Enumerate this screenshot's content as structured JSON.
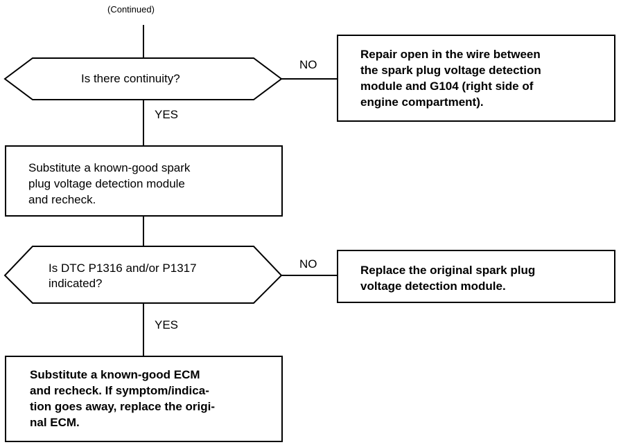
{
  "header": {
    "continued": "(Continued)"
  },
  "decisions": [
    {
      "question": [
        "Is there continuity?"
      ],
      "no_label": "NO",
      "yes_label": "YES"
    },
    {
      "question": [
        "Is DTC P1316 and/or P1317",
        "indicated?"
      ],
      "no_label": "NO",
      "yes_label": "YES"
    }
  ],
  "boxes": {
    "repair_open": [
      "Repair open in the wire between",
      "the spark plug voltage detection",
      "module and G104 (right side of",
      "engine compartment)."
    ],
    "substitute_module": [
      "Substitute a known-good spark",
      "plug voltage detection module",
      "and recheck."
    ],
    "replace_module": [
      "Replace the original spark plug",
      "voltage detection module."
    ],
    "substitute_ecm": [
      "Substitute a known-good ECM",
      "and recheck. If symptom/indica-",
      "tion goes away, replace the origi-",
      "nal ECM."
    ]
  }
}
